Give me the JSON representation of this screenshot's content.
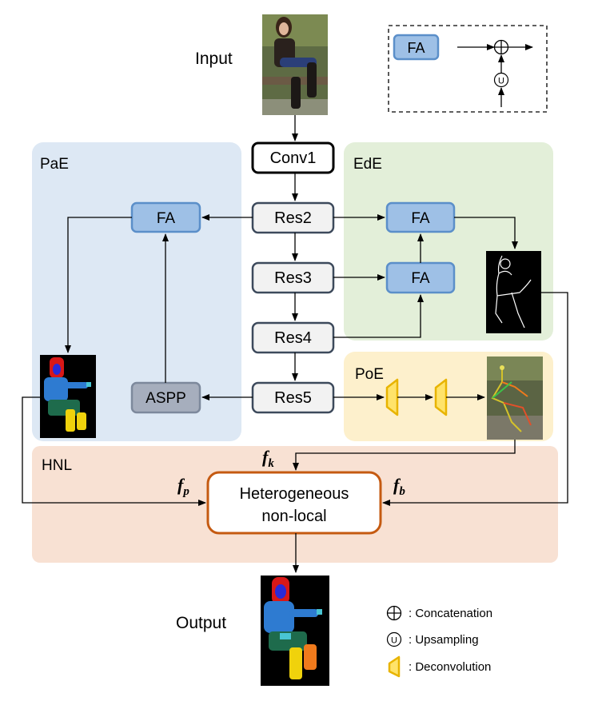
{
  "labels": {
    "input": "Input",
    "output": "Output",
    "legend_fa": "FA",
    "legend_upsample_symbol": "U"
  },
  "regions": {
    "pae": "PaE",
    "ede": "EdE",
    "poe": "PoE",
    "hnl": "HNL"
  },
  "blocks": {
    "conv1": "Conv1",
    "res2": "Res2",
    "res3": "Res3",
    "res4": "Res4",
    "res5": "Res5",
    "fa_pae": "FA",
    "aspp": "ASPP",
    "fa_ede_top": "FA",
    "fa_ede_mid": "FA",
    "hnl_line1": "Heterogeneous",
    "hnl_line2": "non-local"
  },
  "features": {
    "fk": {
      "base": "f",
      "sub": "k"
    },
    "fp": {
      "base": "f",
      "sub": "p"
    },
    "fb": {
      "base": "f",
      "sub": "b"
    }
  },
  "legend": {
    "concat": ": Concatenation",
    "upsample": ": Upsampling",
    "upsample_symbol": "U",
    "deconv": ": Deconvolution"
  },
  "colors": {
    "pae_bg": "#dde8f4",
    "ede_bg": "#e3efd9",
    "poe_bg": "#fdf0cc",
    "hnl_bg": "#f8e1d3",
    "fa_fill": "#9ec0e6",
    "fa_stroke": "#5b8fc9",
    "res_fill": "#f2f2f2",
    "res_stroke": "#3d4a5c",
    "aspp_fill": "#a6aebd",
    "hnl_stroke": "#c55a11",
    "deconv_fill": "#ffe36a",
    "deconv_stroke": "#e8b400"
  }
}
